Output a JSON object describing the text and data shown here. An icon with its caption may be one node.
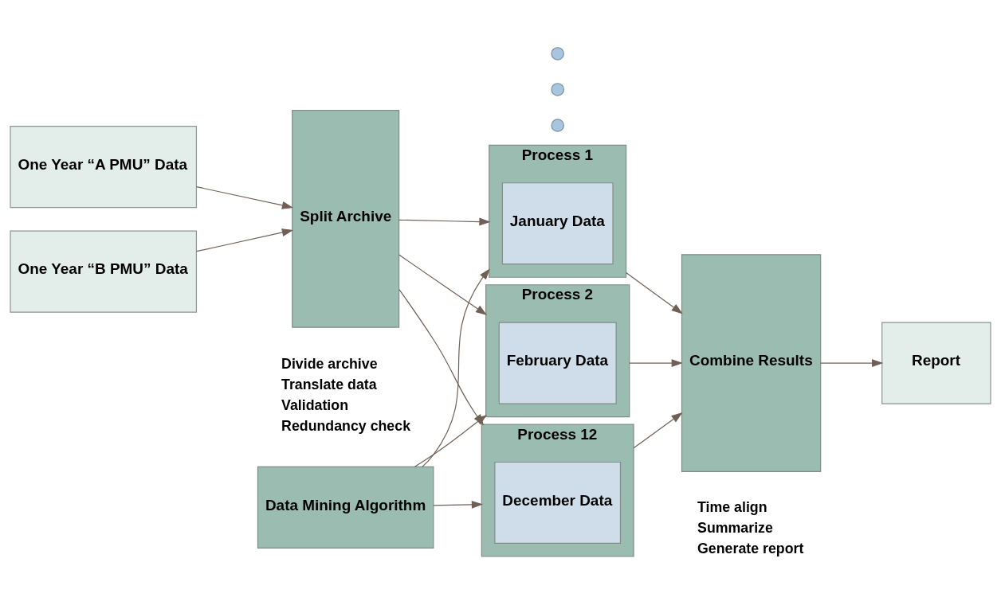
{
  "diagram": {
    "nodes": [
      {
        "text": [
          "Data Mining Algorithm"
        ]
      },
      {
        "text": [
          "One Year “A PMU” Data"
        ]
      },
      {
        "text": [
          "One Year “B PMU” Data"
        ]
      },
      {
        "text": [
          "Split Archive"
        ],
        "beside": [
          "Divide archive",
          "Translate data",
          "Validation",
          "Redundancy check"
        ]
      },
      {
        "text": [
          "Process 1"
        ]
      },
      {
        "text": [
          "January Data"
        ],
        "in": 4
      },
      {
        "text": [
          "Process 2"
        ]
      },
      {
        "text": [
          "February Data"
        ],
        "in": 6
      },
      {
        "text": [],
        "shape": "circle"
      },
      {
        "text": [],
        "shape": "circle"
      },
      {
        "text": [],
        "shape": "circle"
      },
      {
        "text": [
          "Process 12"
        ]
      },
      {
        "text": [
          "December Data"
        ],
        "in": 11
      },
      {
        "text": [
          "Combine Results"
        ],
        "beside": [
          "Time align",
          "Summarize",
          "Generate report"
        ]
      },
      {
        "text": [
          "Report"
        ]
      }
    ],
    "edges": [
      {
        "from": 1,
        "to": 3,
        "arrow": "to"
      },
      {
        "from": 2,
        "to": 3,
        "arrow": "to"
      },
      {
        "from": 0,
        "to": 4,
        "arrow": "to"
      },
      {
        "from": 3,
        "to": 4,
        "arrow": "to"
      },
      {
        "from": 3,
        "to": 6,
        "arrow": "to"
      },
      {
        "from": 0,
        "to": 6,
        "arrow": "to"
      },
      {
        "from": 3,
        "to": 11,
        "arrow": "to"
      },
      {
        "from": 0,
        "to": 11,
        "arrow": "to"
      },
      {
        "from": 4,
        "to": 13,
        "arrow": "to"
      },
      {
        "from": 6,
        "to": 13,
        "arrow": "to"
      },
      {
        "from": 11,
        "to": 13,
        "arrow": "to"
      },
      {
        "from": 13,
        "to": 14,
        "arrow": "to"
      }
    ]
  }
}
